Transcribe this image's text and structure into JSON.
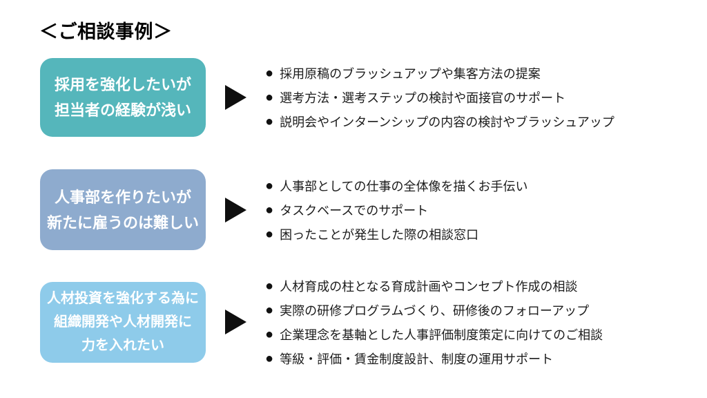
{
  "page": {
    "title": "＜ご相談事例＞",
    "bullet_glyph": "●",
    "arrow_glyph": "▶"
  },
  "colors": {
    "background": "#FFFFFF",
    "title_text": "#000000",
    "box1_fill": "#55B6BB",
    "box2_fill": "#8EABCE",
    "box3_fill": "#8ECBEA",
    "box_text": "#FFFFFF",
    "arrow": "#0F0F0F",
    "bullet_text": "#1B1B1B"
  },
  "rows": [
    {
      "box_lines": [
        "採用を強化したいが",
        "担当者の経験が浅い"
      ],
      "bullets": [
        "採用原稿のブラッシュアップや集客方法の提案",
        "選考方法・選考ステップの検討や面接官のサポート",
        "説明会やインターンシップの内容の検討やブラッシュアップ"
      ]
    },
    {
      "box_lines": [
        "人事部を作りたいが",
        "新たに雇うのは難しい"
      ],
      "bullets": [
        "人事部としての仕事の全体像を描くお手伝い",
        "タスクベースでのサポート",
        "困ったことが発生した際の相談窓口"
      ]
    },
    {
      "box_lines": [
        "人材投資を強化する為に",
        "組織開発や人材開発に",
        "力を入れたい"
      ],
      "bullets": [
        "人材育成の柱となる育成計画やコンセプト作成の相談",
        "実際の研修プログラムづくり、研修後のフォローアップ",
        "企業理念を基軸とした人事評価制度策定に向けてのご相談",
        "等級・評価・賃金制度設計、制度の運用サポート"
      ]
    }
  ]
}
